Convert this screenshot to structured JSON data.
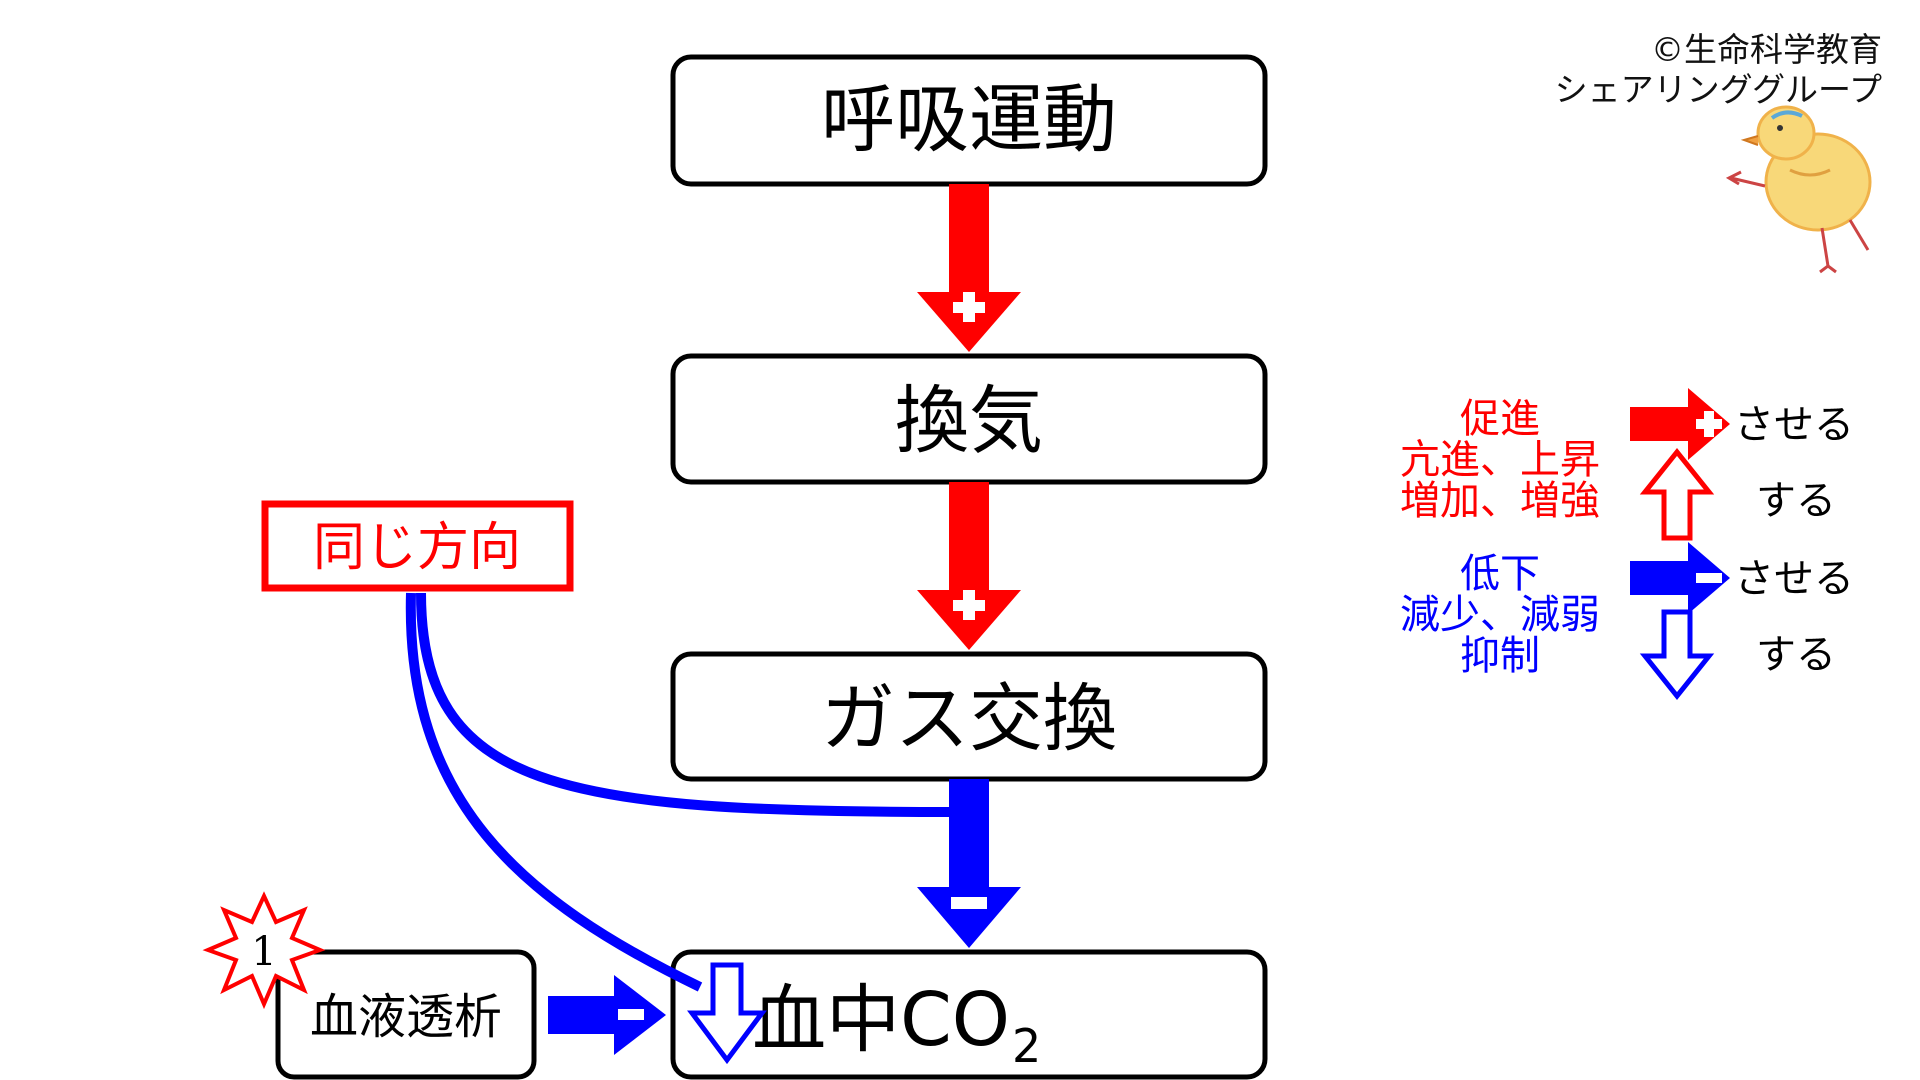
{
  "copyright": {
    "line1": "©生命科学教育",
    "line2": "シェアリンググループ"
  },
  "flow": {
    "box1": "呼吸運動",
    "box2": "換気",
    "box3": "ガス交換",
    "box4_main": "血中CO",
    "box4_sub": "2",
    "side_box": "血液透析",
    "same_direction": "同じ方向",
    "badge_number": "1"
  },
  "legend": {
    "promote_line1": "促進",
    "promote_line2": "亢進、上昇",
    "promote_line3": "増加、増強",
    "promote_arrow_text": "させる",
    "up_arrow_text": "する",
    "decrease_line1": "低下",
    "decrease_line2": "減少、減弱",
    "decrease_line3": "抑制",
    "inhibit_arrow_text": "させる",
    "down_arrow_text": "する"
  },
  "colors": {
    "positive": "#ff0000",
    "negative": "#0000ff",
    "box_border": "#000000"
  },
  "icons": {
    "mascot": "chick-drawing-icon",
    "badge": "explosion-burst-icon"
  }
}
